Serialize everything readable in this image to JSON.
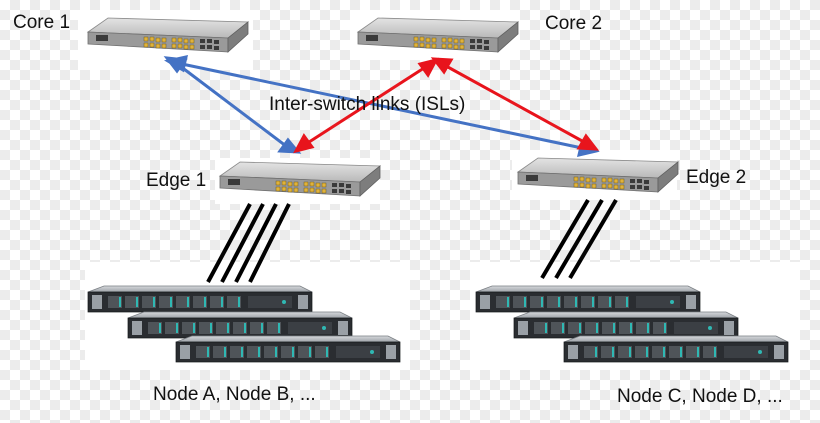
{
  "labels": {
    "core1": "Core 1",
    "core2": "Core 2",
    "edge1": "Edge 1",
    "edge2": "Edge 2",
    "isl": "Inter-switch links (ISLs)",
    "nodes_left": "Node A, Node B, ...",
    "nodes_right": "Node C, Node D, ..."
  },
  "colors": {
    "core1_links": "#4472c4",
    "core2_links": "#e8141c",
    "node_links": "#000000"
  },
  "icons": {
    "switch": "network-switch-icon",
    "server": "rack-server-icon"
  }
}
